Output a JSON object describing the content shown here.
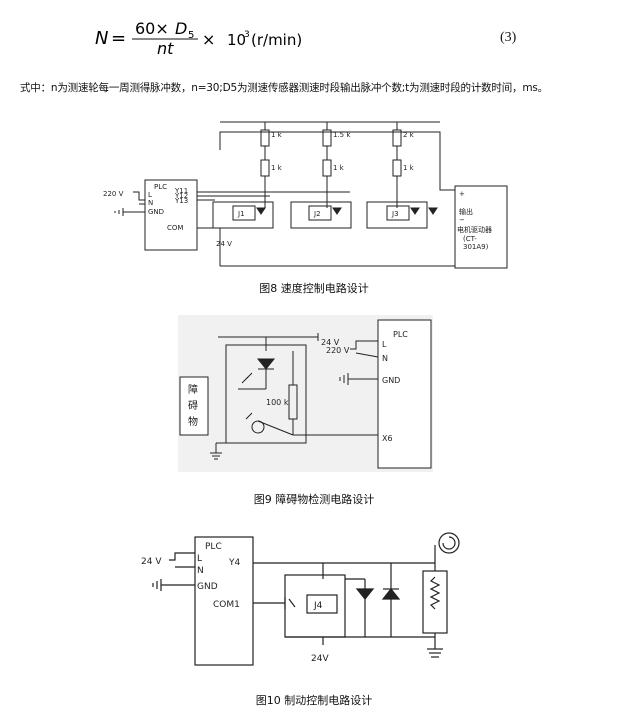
{
  "formula": {
    "lhs": "N",
    "eq": "=",
    "numerator": "60×",
    "numerator_var": "D",
    "numerator_sub": "5",
    "denominator": "nt",
    "times": "×",
    "power_base": "10",
    "power_exp": "3",
    "unit": "(r/min)",
    "number": "(3)"
  },
  "note": "式中：n为测速轮每一周测得脉冲数，n=30;D5为测速传感器测速时段输出脉冲个数;t为测速时段的计数时间，ms。",
  "fig8": {
    "caption": "图8 速度控制电路设计",
    "supply": "220 V",
    "plc": "PLC",
    "L": "L",
    "N": "N",
    "gnd": "GND",
    "com": "COM",
    "y11": "Y11",
    "y12": "Y12",
    "y13": "Y13",
    "r_top": [
      "1 k",
      "1.5 k",
      "2 k"
    ],
    "r_bot": [
      "1 k",
      "1 k",
      "1 k"
    ],
    "relays": [
      "J1",
      "J2",
      "J3"
    ],
    "v24": "24 V",
    "driver_plus": "+",
    "driver_out": "输出",
    "driver_minus": "−",
    "driver_name": "电机驱动器",
    "driver_model": "(CT-",
    "driver_model2": "301A9)"
  },
  "fig9": {
    "caption": "图9 障碍物检测电路设计",
    "v24": "24 V",
    "v220": "220 V",
    "plc": "PLC",
    "L": "L",
    "N": "N",
    "gnd": "GND",
    "x6": "X6",
    "r": "100 k",
    "obstacle": [
      "障",
      "碍",
      "物"
    ]
  },
  "fig10": {
    "caption": "图10 制动控制电路设计",
    "plc": "PLC",
    "v24_left": "24 V",
    "L": "L",
    "N": "N",
    "y4": "Y4",
    "gnd": "GND",
    "com1": "COM1",
    "relay": "J4",
    "v24_bottom": "24V"
  }
}
